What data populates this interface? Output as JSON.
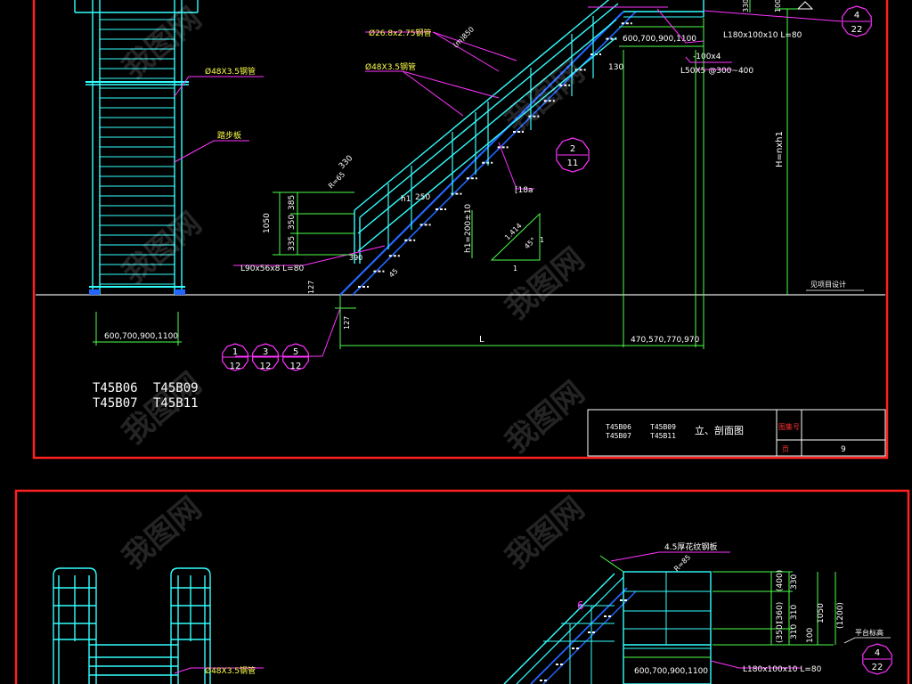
{
  "sheet1": {
    "callouts": {
      "pipe_26": "Ø26.8x2.75钢管",
      "pipe_48": "Ø48X3.5钢管",
      "pipe_48_left": "Ø48X3.5钢管",
      "tread": "踏步板",
      "angle_top": "L180x100x10 L=80",
      "flat_bar": "-100x4",
      "angle_spacing": "L50X5 @300~400",
      "channel": "[18a",
      "angle_bottom": "L90x56x8 L=80",
      "design_note": "见项目设计"
    },
    "dims": {
      "top_width": "600,700,900,1100",
      "bottom_width": "600,700,900,1100",
      "d130": "130",
      "d330": "330",
      "d250": "250",
      "h1": "h1",
      "d1050": "1050",
      "d385": "385",
      "d350": "350",
      "d335": "335",
      "h_formula": "h1=200±10",
      "H_formula": "H=nxh1",
      "d127a": "127",
      "d127b": "127",
      "L": "L",
      "landing": "470,570,770,970",
      "d390": "390",
      "slope_1414": "1.414",
      "slope_1": "1",
      "slope_1b": "1",
      "ang45": "45°",
      "ang45b": "45",
      "r_label": "R=65",
      "rail_len": "(m)850",
      "d330b": "330",
      "d100": "100"
    },
    "markers": [
      {
        "top": "4",
        "bottom": "22"
      },
      {
        "top": "2",
        "bottom": "11"
      },
      {
        "top": "1",
        "bottom": "12"
      },
      {
        "top": "3",
        "bottom": "12"
      },
      {
        "top": "5",
        "bottom": "12"
      }
    ],
    "codes": [
      "T45B06",
      "T45B09",
      "T45B07",
      "T45B11"
    ],
    "title_block": {
      "code_a": "T45B06",
      "code_b": "T45B09",
      "code_c": "T45B07",
      "code_d": "T45B11",
      "title": "立、剖面图",
      "label_drawing_no": "图集号",
      "label_page": "页",
      "page": "9"
    }
  },
  "sheet2": {
    "callouts": {
      "plate": "4.5厚花纹钢板",
      "pipe_48": "Ø48X3.5钢管",
      "angle": "L180x100x10 L=80",
      "platform": "平台标高",
      "r_label": "R=85"
    },
    "dims": {
      "d400": "(400)",
      "d330": "330",
      "d360": "(360)",
      "d310a": "310",
      "d350": "(350)",
      "d310b": "310",
      "d100": "100",
      "d1050": "1050",
      "d1200": "(1200)",
      "width": "600,700,900,1100",
      "d6": "6"
    },
    "marker": {
      "top": "4",
      "bottom": "22"
    }
  },
  "watermark": "我图网",
  "colors": {
    "background": "#000000",
    "frame": "#ff2020",
    "structure": "#33ffff",
    "rail": "#2266ff",
    "dimension": "#4cff4c",
    "callout": "#ff33ff",
    "text": "#ffffff",
    "ground": "#ffffff"
  }
}
